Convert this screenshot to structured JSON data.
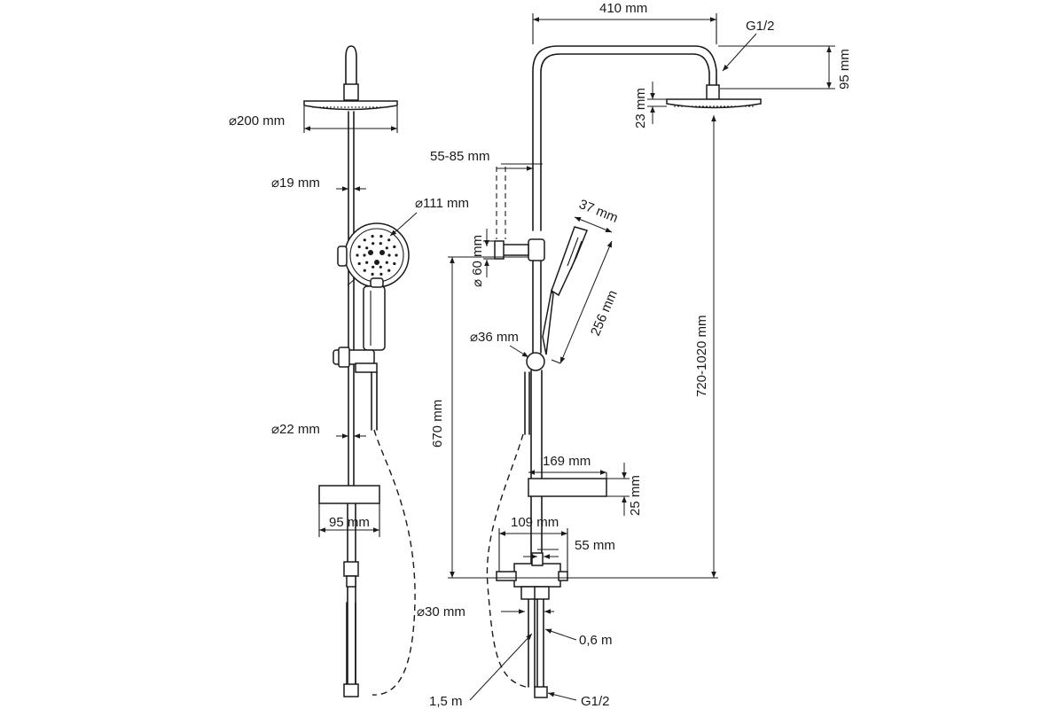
{
  "labels": {
    "dia_200": "⌀200 mm",
    "dia_19": "⌀19 mm",
    "dia_111": "⌀111 mm",
    "dia_22": "⌀22 mm",
    "w_95": "95 mm",
    "w_410": "410 mm",
    "g12_top": "G1/2",
    "h_95": "95 mm",
    "h_23": "23 mm",
    "r_5585": "55-85 mm",
    "h_37": "37 mm",
    "dia_60": "⌀ 60 mm",
    "len_256": "256 mm",
    "dia_36": "⌀36 mm",
    "h_670": "670 mm",
    "h_7201020": "720-1020 mm",
    "w_169": "169 mm",
    "h_25": "25 mm",
    "w_109": "109 mm",
    "w_55": "55 mm",
    "dia_30": "⌀30 mm",
    "hose_06": "0,6 m",
    "hose_15": "1,5 m",
    "g12_bottom": "G1/2"
  }
}
